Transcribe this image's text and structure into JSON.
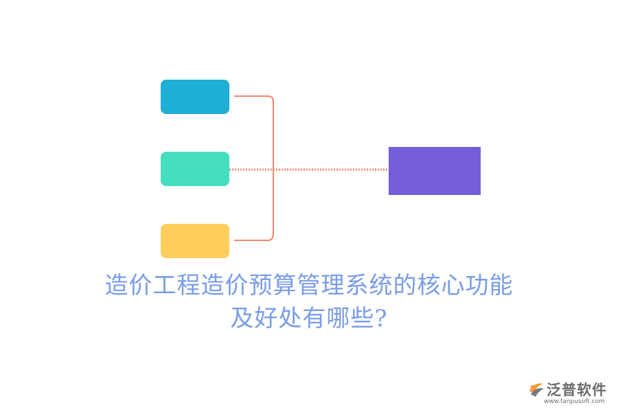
{
  "diagram": {
    "title_line1": "造价工程造价预算管理系统的核心功能",
    "title_line2": "及好处有哪些?",
    "nodes": [
      {
        "color": "#1eaed6"
      },
      {
        "color": "#45dfc0"
      },
      {
        "color": "#ffcd5b"
      }
    ],
    "center_node": {
      "color": "#745fd8"
    },
    "connector_color": "#f0856a",
    "title_color": "#7a9de6"
  },
  "logo": {
    "name": "泛普软件",
    "url": "www.fanpusoft.com",
    "icon": "fanpu-logo-icon"
  }
}
